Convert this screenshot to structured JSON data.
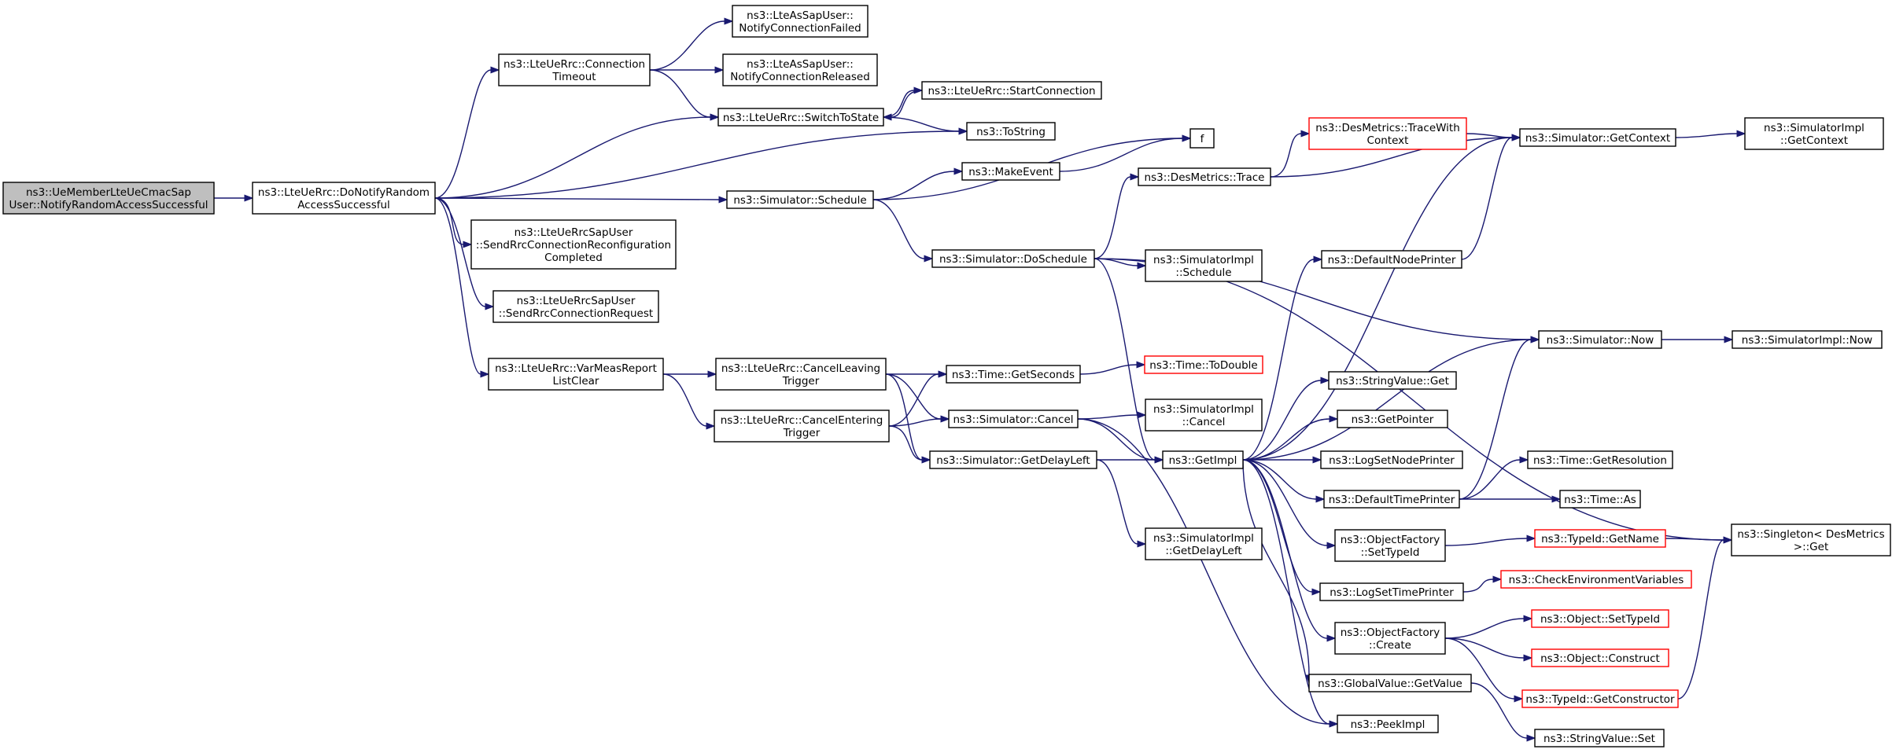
{
  "graph": {
    "edge_color": "#191970",
    "node_fill": "#ffffff",
    "root_fill": "#bfbfbf",
    "border_red": "#ff0000",
    "nodes": {
      "root": {
        "lines": [
          "ns3::UeMemberLteUeCmacSap",
          "User::NotifyRandomAccessSuccessful"
        ],
        "style": "root"
      },
      "doNotify": {
        "lines": [
          "ns3::LteUeRrc::DoNotifyRandom",
          "AccessSuccessful"
        ]
      },
      "connTimeout": {
        "lines": [
          "ns3::LteUeRrc::Connection",
          "Timeout"
        ]
      },
      "connFailed": {
        "lines": [
          "ns3::LteAsSapUser::",
          "NotifyConnectionFailed"
        ]
      },
      "connReleased": {
        "lines": [
          "ns3::LteAsSapUser::",
          "NotifyConnectionReleased"
        ]
      },
      "startConn": {
        "lines": [
          "ns3::LteUeRrc::StartConnection"
        ]
      },
      "switchToState": {
        "lines": [
          "ns3::LteUeRrc::SwitchToState"
        ]
      },
      "toString": {
        "lines": [
          "ns3::ToString"
        ]
      },
      "f": {
        "lines": [
          "f"
        ]
      },
      "makeEvent": {
        "lines": [
          "ns3::MakeEvent"
        ]
      },
      "schedule": {
        "lines": [
          "ns3::Simulator::Schedule"
        ]
      },
      "sendReconf": {
        "lines": [
          "ns3::LteUeRrcSapUser",
          "::SendRrcConnectionReconfiguration",
          "Completed"
        ]
      },
      "sendReq": {
        "lines": [
          "ns3::LteUeRrcSapUser",
          "::SendRrcConnectionRequest"
        ]
      },
      "varMeas": {
        "lines": [
          "ns3::LteUeRrc::VarMeasReport",
          "ListClear"
        ]
      },
      "cancelLeaving": {
        "lines": [
          "ns3::LteUeRrc::CancelLeaving",
          "Trigger"
        ]
      },
      "cancelEntering": {
        "lines": [
          "ns3::LteUeRrc::CancelEntering",
          "Trigger"
        ]
      },
      "getSeconds": {
        "lines": [
          "ns3::Time::GetSeconds"
        ]
      },
      "toDouble": {
        "lines": [
          "ns3::Time::ToDouble"
        ],
        "style": "red"
      },
      "simCancel": {
        "lines": [
          "ns3::Simulator::Cancel"
        ]
      },
      "simImplCancel": {
        "lines": [
          "ns3::SimulatorImpl",
          "::Cancel"
        ]
      },
      "getDelayLeft": {
        "lines": [
          "ns3::Simulator::GetDelayLeft"
        ]
      },
      "simImplGetDelayLeft": {
        "lines": [
          "ns3::SimulatorImpl",
          "::GetDelayLeft"
        ]
      },
      "doSchedule": {
        "lines": [
          "ns3::Simulator::DoSchedule"
        ]
      },
      "simImplSchedule": {
        "lines": [
          "ns3::SimulatorImpl",
          "::Schedule"
        ]
      },
      "desTrace": {
        "lines": [
          "ns3::DesMetrics::Trace"
        ]
      },
      "desTraceWith": {
        "lines": [
          "ns3::DesMetrics::TraceWith",
          "Context"
        ],
        "style": "red"
      },
      "getContext": {
        "lines": [
          "ns3::Simulator::GetContext"
        ]
      },
      "simImplGetContext": {
        "lines": [
          "ns3::SimulatorImpl",
          "::GetContext"
        ]
      },
      "getImpl": {
        "lines": [
          "ns3::GetImpl"
        ]
      },
      "defaultNodePrinter": {
        "lines": [
          "ns3::DefaultNodePrinter"
        ]
      },
      "simNow": {
        "lines": [
          "ns3::Simulator::Now"
        ]
      },
      "simImplNow": {
        "lines": [
          "ns3::SimulatorImpl::Now"
        ]
      },
      "stringValueGet": {
        "lines": [
          "ns3::StringValue::Get"
        ]
      },
      "getPointer": {
        "lines": [
          "ns3::GetPointer"
        ]
      },
      "logSetNodePrinter": {
        "lines": [
          "ns3::LogSetNodePrinter"
        ]
      },
      "defaultTimePrinter": {
        "lines": [
          "ns3::DefaultTimePrinter"
        ]
      },
      "getResolution": {
        "lines": [
          "ns3::Time::GetResolution"
        ]
      },
      "timeAs": {
        "lines": [
          "ns3::Time::As"
        ]
      },
      "ofSetTypeId": {
        "lines": [
          "ns3::ObjectFactory",
          "::SetTypeId"
        ]
      },
      "typeIdGetName": {
        "lines": [
          "ns3::TypeId::GetName"
        ],
        "style": "red"
      },
      "singletonGet": {
        "lines": [
          "ns3::Singleton< DesMetrics",
          ">::Get"
        ]
      },
      "logSetTimePrinter": {
        "lines": [
          "ns3::LogSetTimePrinter"
        ]
      },
      "checkEnv": {
        "lines": [
          "ns3::CheckEnvironmentVariables"
        ],
        "style": "red"
      },
      "ofCreate": {
        "lines": [
          "ns3::ObjectFactory",
          "::Create"
        ]
      },
      "objSetTypeId": {
        "lines": [
          "ns3::Object::SetTypeId"
        ],
        "style": "red"
      },
      "objConstruct": {
        "lines": [
          "ns3::Object::Construct"
        ],
        "style": "red"
      },
      "getConstructor": {
        "lines": [
          "ns3::TypeId::GetConstructor"
        ],
        "style": "red"
      },
      "globalGetValue": {
        "lines": [
          "ns3::GlobalValue::GetValue"
        ]
      },
      "peekImpl": {
        "lines": [
          "ns3::PeekImpl"
        ]
      },
      "stringValueSet": {
        "lines": [
          "ns3::StringValue::Set"
        ]
      }
    },
    "edges": [
      [
        "root",
        "doNotify"
      ],
      [
        "doNotify",
        "connTimeout"
      ],
      [
        "doNotify",
        "switchToState"
      ],
      [
        "doNotify",
        "toString"
      ],
      [
        "doNotify",
        "schedule"
      ],
      [
        "doNotify",
        "sendReconf"
      ],
      [
        "doNotify",
        "sendReq"
      ],
      [
        "doNotify",
        "varMeas"
      ],
      [
        "connTimeout",
        "connFailed"
      ],
      [
        "connTimeout",
        "connReleased"
      ],
      [
        "connTimeout",
        "switchToState"
      ],
      [
        "startConn",
        "switchToState"
      ],
      [
        "switchToState",
        "startConn"
      ],
      [
        "switchToState",
        "toString"
      ],
      [
        "schedule",
        "makeEvent"
      ],
      [
        "schedule",
        "f"
      ],
      [
        "schedule",
        "doSchedule"
      ],
      [
        "makeEvent",
        "f"
      ],
      [
        "varMeas",
        "cancelLeaving"
      ],
      [
        "varMeas",
        "cancelEntering"
      ],
      [
        "cancelLeaving",
        "getSeconds"
      ],
      [
        "cancelLeaving",
        "simCancel"
      ],
      [
        "cancelLeaving",
        "getDelayLeft"
      ],
      [
        "cancelEntering",
        "getSeconds"
      ],
      [
        "cancelEntering",
        "simCancel"
      ],
      [
        "cancelEntering",
        "getDelayLeft"
      ],
      [
        "getSeconds",
        "toDouble"
      ],
      [
        "simCancel",
        "simImplCancel"
      ],
      [
        "simCancel",
        "getImpl"
      ],
      [
        "simCancel",
        "peekImpl"
      ],
      [
        "getDelayLeft",
        "getImpl"
      ],
      [
        "getDelayLeft",
        "simImplGetDelayLeft"
      ],
      [
        "doSchedule",
        "desTrace"
      ],
      [
        "doSchedule",
        "simImplSchedule"
      ],
      [
        "doSchedule",
        "getImpl"
      ],
      [
        "doSchedule",
        "simNow"
      ],
      [
        "doSchedule",
        "singletonGet"
      ],
      [
        "desTrace",
        "desTraceWith"
      ],
      [
        "desTrace",
        "getContext"
      ],
      [
        "desTraceWith",
        "getContext"
      ],
      [
        "getContext",
        "simImplGetContext"
      ],
      [
        "getImpl",
        "getContext"
      ],
      [
        "getImpl",
        "defaultNodePrinter"
      ],
      [
        "getImpl",
        "simNow"
      ],
      [
        "getImpl",
        "stringValueGet"
      ],
      [
        "getImpl",
        "getPointer"
      ],
      [
        "getImpl",
        "logSetNodePrinter"
      ],
      [
        "getImpl",
        "defaultTimePrinter"
      ],
      [
        "getImpl",
        "ofSetTypeId"
      ],
      [
        "getImpl",
        "logSetTimePrinter"
      ],
      [
        "getImpl",
        "ofCreate"
      ],
      [
        "getImpl",
        "globalGetValue"
      ],
      [
        "getImpl",
        "peekImpl"
      ],
      [
        "defaultNodePrinter",
        "getContext"
      ],
      [
        "simNow",
        "simImplNow"
      ],
      [
        "defaultTimePrinter",
        "simNow"
      ],
      [
        "defaultTimePrinter",
        "getResolution"
      ],
      [
        "defaultTimePrinter",
        "timeAs"
      ],
      [
        "ofSetTypeId",
        "typeIdGetName"
      ],
      [
        "typeIdGetName",
        "singletonGet"
      ],
      [
        "logSetTimePrinter",
        "checkEnv"
      ],
      [
        "ofCreate",
        "objSetTypeId"
      ],
      [
        "ofCreate",
        "objConstruct"
      ],
      [
        "ofCreate",
        "getConstructor"
      ],
      [
        "getConstructor",
        "singletonGet"
      ],
      [
        "globalGetValue",
        "stringValueSet"
      ]
    ]
  }
}
